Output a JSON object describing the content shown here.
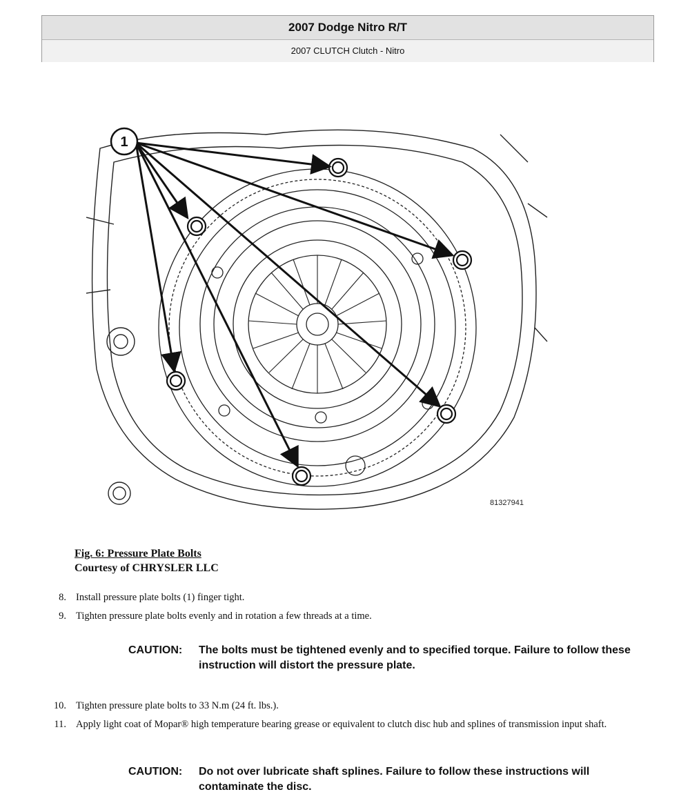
{
  "header": {
    "title": "2007 Dodge Nitro R/T",
    "subtitle": "2007 CLUTCH Clutch - Nitro"
  },
  "figure": {
    "callout": "1",
    "figure_id": "81327941"
  },
  "caption": {
    "title": "Fig. 6: Pressure Plate Bolts",
    "courtesy": "Courtesy of CHRYSLER LLC"
  },
  "steps_a": [
    {
      "num": "8.",
      "text": "Install pressure plate bolts (1) finger tight."
    },
    {
      "num": "9.",
      "text": "Tighten pressure plate bolts evenly and in rotation a few threads at a time."
    }
  ],
  "caution_1": {
    "label": "CAUTION:",
    "text": "The bolts must be tightened evenly and to specified torque. Failure to follow these instruction will distort the pressure plate."
  },
  "steps_b": [
    {
      "num": "10.",
      "text": "Tighten pressure plate bolts to 33 N.m (24 ft. lbs.)."
    },
    {
      "num": "11.",
      "text": "Apply light coat of Mopar® high temperature bearing grease or equivalent to clutch disc hub and splines of transmission input shaft."
    }
  ],
  "caution_2": {
    "label": "CAUTION:",
    "text": "Do not over lubricate shaft splines. Failure to follow these instructions will contaminate the disc."
  }
}
